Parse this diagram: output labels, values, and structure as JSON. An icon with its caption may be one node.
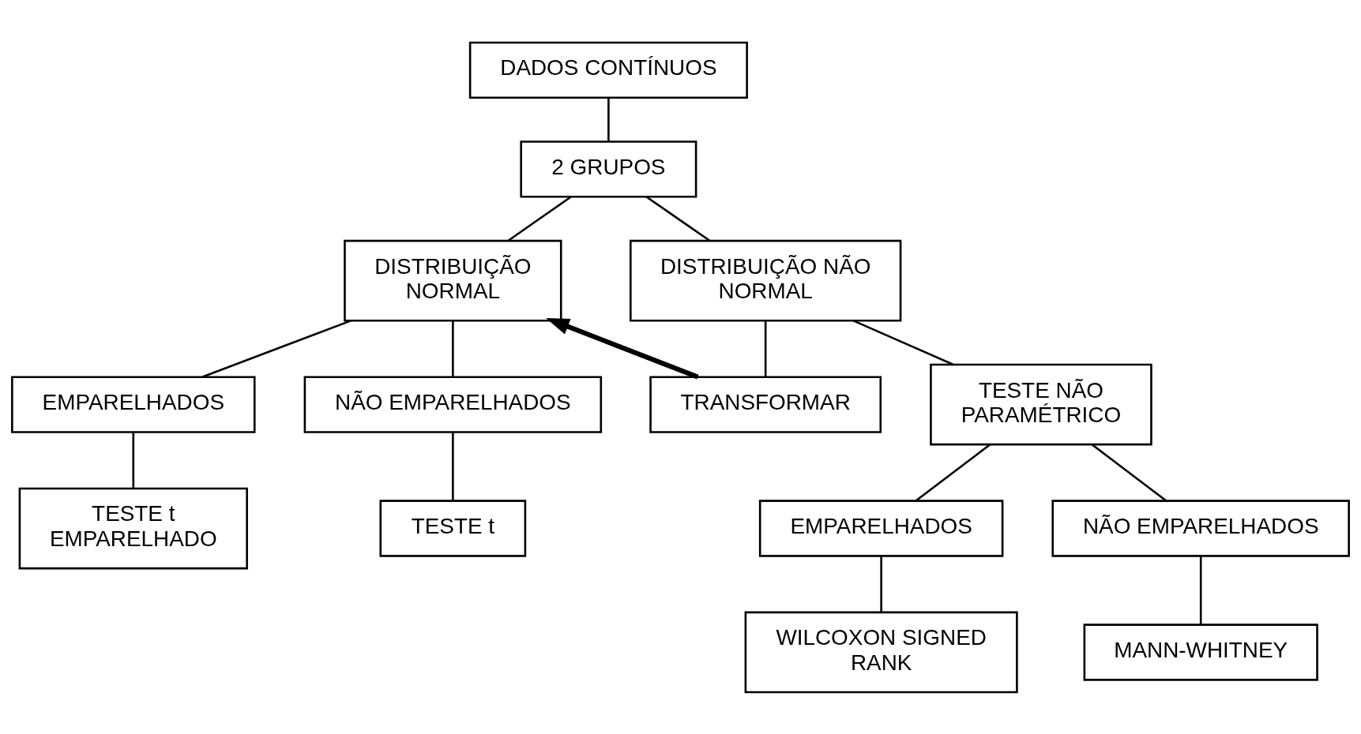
{
  "diagram": {
    "nodes": [
      {
        "text": [
          "DADOS CONTÍNUOS"
        ]
      },
      {
        "text": [
          "2 GRUPOS"
        ]
      },
      {
        "text": [
          "DISTRIBUIÇÃO NORMAL"
        ]
      },
      {
        "text": [
          "DISTRIBUIÇÃO NÃO NORMAL"
        ]
      },
      {
        "text": [
          "EMPARELHADOS"
        ]
      },
      {
        "text": [
          "NÃO EMPARELHADOS"
        ]
      },
      {
        "text": [
          "TRANSFORMAR"
        ]
      },
      {
        "text": [
          "TESTE NÃO PARAMÉTRICO"
        ]
      },
      {
        "text": [
          "TESTE t EMPARELHADO"
        ]
      },
      {
        "text": [
          "TESTE t"
        ]
      },
      {
        "text": [
          "EMPARELHADOS"
        ]
      },
      {
        "text": [
          "NÃO EMPARELHADOS"
        ]
      },
      {
        "text": [
          "WILCOXON SIGNED RANK"
        ]
      },
      {
        "text": [
          "MANN-WHITNEY"
        ]
      }
    ],
    "edges": [
      {
        "from": 0,
        "to": 1,
        "arrow": "none"
      },
      {
        "from": 1,
        "to": 2,
        "arrow": "none"
      },
      {
        "from": 1,
        "to": 3,
        "arrow": "none"
      },
      {
        "from": 2,
        "to": 4,
        "arrow": "none"
      },
      {
        "from": 2,
        "to": 5,
        "arrow": "none"
      },
      {
        "from": 3,
        "to": 6,
        "arrow": "none"
      },
      {
        "from": 3,
        "to": 7,
        "arrow": "none"
      },
      {
        "from": 4,
        "to": 8,
        "arrow": "none"
      },
      {
        "from": 5,
        "to": 9,
        "arrow": "none"
      },
      {
        "from": 7,
        "to": 10,
        "arrow": "none"
      },
      {
        "from": 7,
        "to": 11,
        "arrow": "none"
      },
      {
        "from": 10,
        "to": 12,
        "arrow": "none"
      },
      {
        "from": 11,
        "to": 13,
        "arrow": "none"
      },
      {
        "from": 6,
        "to": 2,
        "arrow": "to",
        "style": "thick"
      }
    ]
  }
}
